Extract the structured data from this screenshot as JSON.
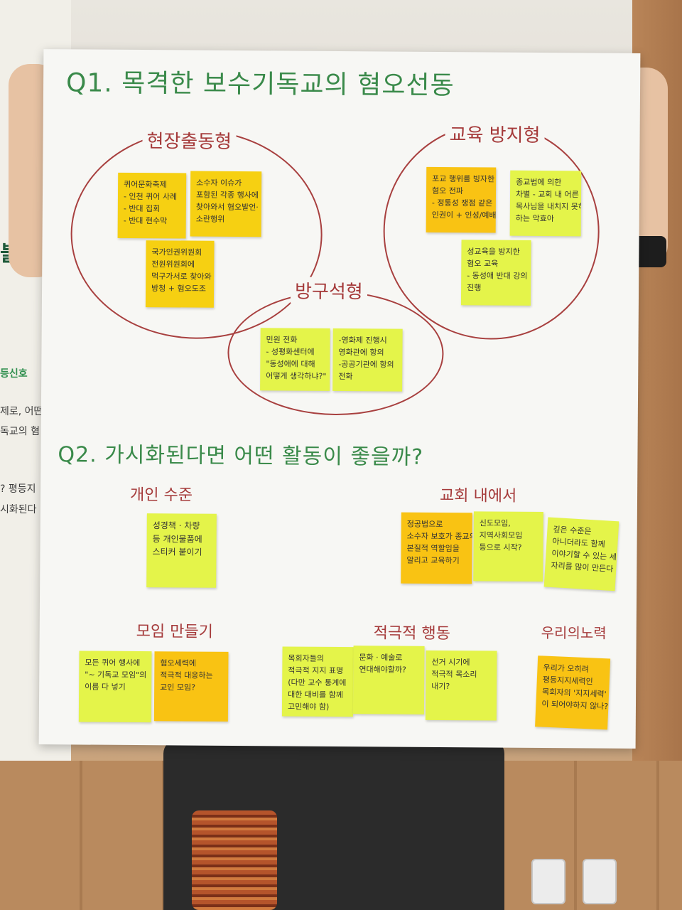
{
  "poster": {
    "q1_title": "Q1. 목격한 보수기독교의 혐오선동",
    "q2_title": "Q2. 가시화된다면 어떤 활동이 좋을까?",
    "q1_groups": [
      {
        "label": "현장출동형",
        "notes": [
          {
            "lines": [
              "퀴어문화축제",
              "- 인천 퀴어 사례",
              "- 반대 집회",
              "- 반대 현수막"
            ]
          },
          {
            "lines": [
              "소수자 이슈가",
              "포함된 각종 행사에",
              "찾아와서 혐오발언·",
              "소란행위"
            ]
          },
          {
            "lines": [
              "국가인권위원회",
              "전원위원회에",
              "먹구가서로 찾아와",
              "방청 + 혐오도조"
            ]
          }
        ]
      },
      {
        "label": "교육 방지형",
        "notes": [
          {
            "lines": [
              "포교 행위를 빙자한",
              "혐오 전파",
              "- 정통성 쟁점 같은",
              "  인권이 + 인성/예배..."
            ]
          },
          {
            "lines": [
              "종교법에 의한",
              "차별 - 교회 내 어른",
              "목사님을 내치지 못하여",
              "하는 악효아"
            ]
          },
          {
            "lines": [
              "성교육을 방지한",
              "혐오 교육",
              "- 동성애 반대 강의",
              "  진행"
            ]
          }
        ]
      },
      {
        "label": "방구석형",
        "notes": [
          {
            "lines": [
              "민원 전화",
              "- 성평화센터에",
              "\"동성애에 대해",
              "어떻게 생각하냐?\""
            ]
          },
          {
            "lines": [
              "-영화제 진행시",
              "영화관에 항의",
              "-공공기관에 항의",
              "전화"
            ]
          }
        ]
      }
    ],
    "q2_groups": [
      {
        "label": "개인 수준",
        "notes": [
          {
            "lines": [
              "성경책 · 차량",
              "등 개인물품에",
              "스티커 붙이기"
            ]
          }
        ]
      },
      {
        "label": "교회 내에서",
        "notes": [
          {
            "lines": [
              "정공법으로",
              "소수자 보호가 종교의",
              "본질적 역할임을",
              "알리고 교육하기"
            ]
          },
          {
            "lines": [
              "신도모임,",
              "지역사회모임",
              "등으로 시작?"
            ]
          },
          {
            "lines": [
              "깊은 수준은",
              "아니더라도 함께",
              "이야기할 수 있는 세미나",
              "자리를 많이 만든다"
            ]
          }
        ]
      },
      {
        "label": "모임 만들기",
        "notes": [
          {
            "lines": [
              "모든 퀴어 행사에",
              "\"~ 기독교 모임\"의",
              "이름 다 넣기"
            ]
          },
          {
            "lines": [
              "혐오세력에",
              "적극적 대응하는",
              "교인 모임?"
            ]
          }
        ]
      },
      {
        "label": "적극적 행동",
        "notes": [
          {
            "lines": [
              "목회자들의",
              "적극적 지지 표명",
              "(다만 교수 통계에",
              "대한 대비를 함께",
              "고민해야 함)"
            ]
          },
          {
            "lines": [
              "문화 · 예술로",
              "연대해야할까?"
            ]
          },
          {
            "lines": [
              "선거 시기에",
              "적극적 목소리",
              "내기?"
            ]
          }
        ]
      },
      {
        "label": "우리의노력",
        "notes": [
          {
            "lines": [
              "우리가 오히려",
              "평등지지세력인",
              "목회자의 '지지세력'",
              "이 되어야하지 않나?"
            ]
          }
        ]
      }
    ]
  },
  "background_screen": {
    "fragments": [
      "불기",
      "등신호",
      "제로, 어떤",
      "독교의 혐",
      "? 평등지",
      "시화된다"
    ]
  },
  "colors": {
    "poster": "#f7f7f4",
    "title_green": "#3a8a4a",
    "category_red": "#a53a3a",
    "note_yellow": "#f6d012",
    "note_orange": "#f9c313",
    "note_lime": "#e4f44a"
  }
}
